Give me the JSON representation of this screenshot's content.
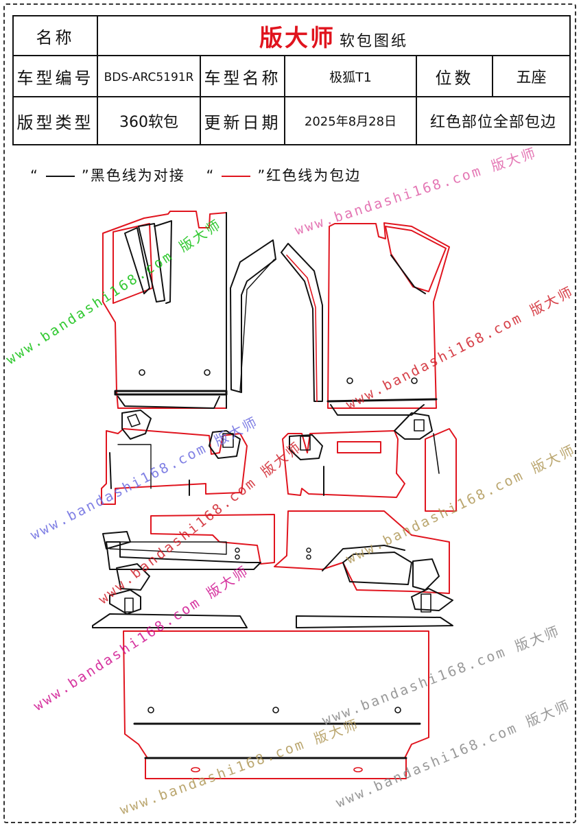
{
  "header": {
    "name_label": "名称",
    "brand": "版大师",
    "brand_suffix": "软包图纸",
    "model_code_label": "车型编号",
    "model_code": "BDS-ARC5191R",
    "model_name_label": "车型名称",
    "model_name": "极狐T1",
    "seats_label": "位数",
    "seats": "五座",
    "pattern_type_label": "版型类型",
    "pattern_type": "360软包",
    "update_date_label": "更新日期",
    "update_date": "2025年8月28日",
    "note": "红色部位全部包边"
  },
  "legend": {
    "open_quote": "“",
    "close_quote": "”",
    "black_desc": "黑色线为对接",
    "red_desc": "红色线为包边"
  },
  "watermarks": [
    "www.bandashi168.com 版大师",
    "www.bandashi168.com 版大师",
    "www.bandashi168.com 版大师",
    "www.bandashi168.com 版大师",
    "www.bandashi168.com 版大师",
    "www.bandashi168.com 版大师",
    "www.bandashi168.com 版大师",
    "www.bandashi168.com 版大师",
    "www.bandashi168.com 版大师",
    "www.bandashi168.com 版大师"
  ],
  "colors": {
    "binding_red": "#e0141e",
    "seam_black": "#111111"
  }
}
